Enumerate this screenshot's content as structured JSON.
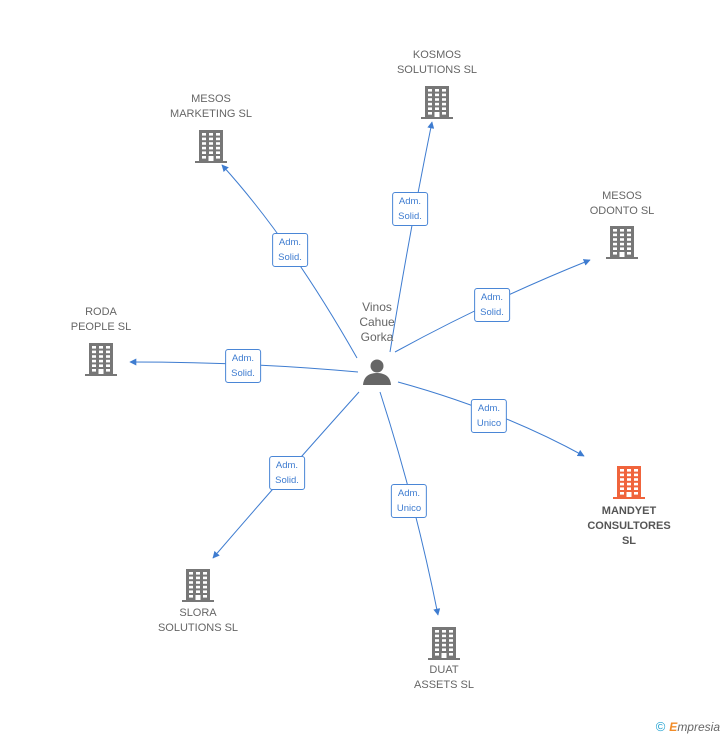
{
  "center": {
    "label": "Vinos\nCahue\nGorka",
    "icon": "person-icon"
  },
  "nodes": [
    {
      "id": "kosmos",
      "label": "KOSMOS\nSOLUTIONS SL",
      "icon": "building-icon",
      "highlight": false
    },
    {
      "id": "mesos-marketing",
      "label": "MESOS\nMARKETING SL",
      "icon": "building-icon",
      "highlight": false
    },
    {
      "id": "mesos-odonto",
      "label": "MESOS\nODONTO SL",
      "icon": "building-icon",
      "highlight": false
    },
    {
      "id": "roda",
      "label": "RODA\nPEOPLE SL",
      "icon": "building-icon",
      "highlight": false
    },
    {
      "id": "mandyet",
      "label": "MANDYET\nCONSULTORES SL",
      "icon": "building-icon",
      "highlight": true
    },
    {
      "id": "slora",
      "label": "SLORA\nSOLUTIONS SL",
      "icon": "building-icon",
      "highlight": false
    },
    {
      "id": "duat",
      "label": "DUAT\nASSETS SL",
      "icon": "building-icon",
      "highlight": false
    }
  ],
  "edges": [
    {
      "to": "kosmos",
      "label": "Adm.\nSolid."
    },
    {
      "to": "mesos-marketing",
      "label": "Adm.\nSolid."
    },
    {
      "to": "mesos-odonto",
      "label": "Adm.\nSolid."
    },
    {
      "to": "roda",
      "label": "Adm.\nSolid."
    },
    {
      "to": "mandyet",
      "label": "Adm.\nUnico"
    },
    {
      "to": "slora",
      "label": "Adm.\nSolid."
    },
    {
      "to": "duat",
      "label": "Adm.\nUnico"
    }
  ],
  "colors": {
    "edge": "#3e7cd0",
    "building": "#777777",
    "building_highlight": "#f0643c",
    "person": "#666666"
  },
  "footer": {
    "copyright": "©",
    "brand_initial": "E",
    "brand_rest": "mpresia"
  }
}
